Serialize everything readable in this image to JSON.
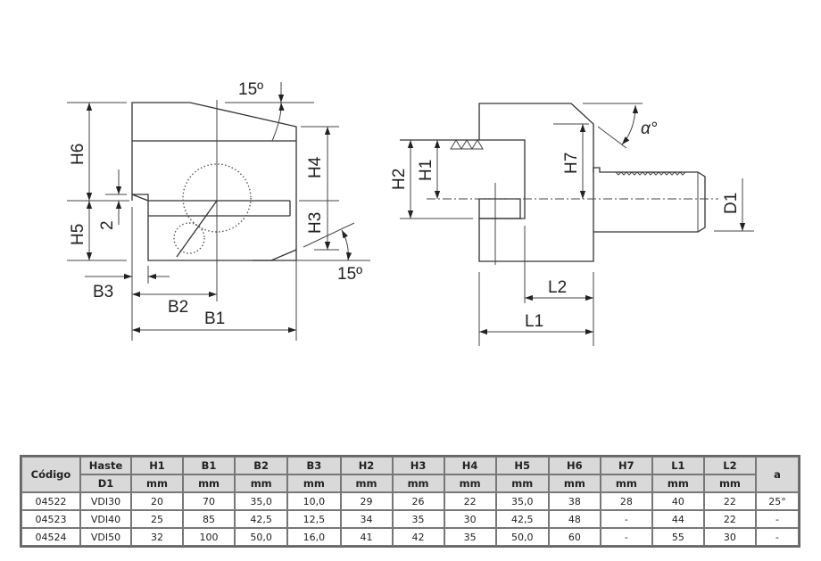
{
  "drawing": {
    "labels": {
      "h6": "H6",
      "h5": "H5",
      "two": "2",
      "h4": "H4",
      "h3": "H3",
      "angle_top": "15º",
      "angle_bottom": "15º",
      "b3": "B3",
      "b2": "B2",
      "b1": "B1",
      "h2": "H2",
      "h1": "H1",
      "h7": "H7",
      "alpha": "α°",
      "d1": "D1",
      "l2": "L2",
      "l1": "L1"
    }
  },
  "table": {
    "header_top": [
      "Código",
      "Haste",
      "H1",
      "B1",
      "B2",
      "B3",
      "H2",
      "H3",
      "H4",
      "H5",
      "H6",
      "H7",
      "L1",
      "L2",
      "a"
    ],
    "header_units": [
      "D1",
      "mm",
      "mm",
      "mm",
      "mm",
      "mm",
      "mm",
      "mm",
      "mm",
      "mm",
      "mm",
      "mm",
      "mm"
    ],
    "rows": [
      [
        "04522",
        "VDI30",
        "20",
        "70",
        "35,0",
        "10,0",
        "29",
        "26",
        "22",
        "35,0",
        "38",
        "28",
        "40",
        "22",
        "25°"
      ],
      [
        "04523",
        "VDI40",
        "25",
        "85",
        "42,5",
        "12,5",
        "34",
        "35",
        "30",
        "42,5",
        "48",
        "-",
        "44",
        "22",
        "-"
      ],
      [
        "04524",
        "VDI50",
        "32",
        "100",
        "50,0",
        "16,0",
        "41",
        "42",
        "35",
        "50,0",
        "60",
        "-",
        "55",
        "30",
        "-"
      ]
    ]
  }
}
